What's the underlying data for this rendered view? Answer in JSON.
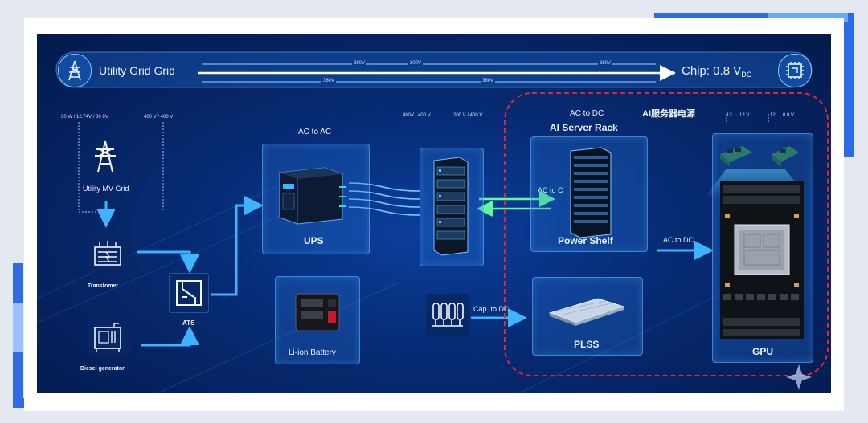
{
  "top_bar": {
    "left_label": "Utility Grid Grid",
    "right_label_main": "Chip: 0.8 V",
    "right_label_sub": "DC",
    "upper_values": [
      "380V",
      "200V",
      "380V"
    ],
    "lower_values": [
      "380V",
      "380V"
    ]
  },
  "grid_section": {
    "left_ratings": "30 W / 12.74V / 30 6V",
    "right_ratings": "400 V / 400 V",
    "mv_grid_label": "Utility MV Grid",
    "transformer_label": "Transfomer",
    "diesel_label": "Diesel generator",
    "ats_label": "ATS"
  },
  "ups_section": {
    "heading": "AC to AC",
    "ups_label": "UPS",
    "battery_label": "Li-ion Battery"
  },
  "rack_section": {
    "left_rating": "400V / 400 V",
    "right_rating": "200 V / 400 V"
  },
  "server_rack": {
    "ac_to_dc": "AC to DC",
    "title": "AI Server Rack",
    "chinese_title": "AI服务器电源",
    "inline_label": "AC to C",
    "power_shelf_label": "Power Shelf",
    "cap_label": "Cap. to DC",
    "plss_label": "PLSS"
  },
  "gpu_section": {
    "rating_left": "12 → 12 V",
    "rating_right": "12 → 0.8 V",
    "arrow_label": "AC to DC",
    "gpu_label": "GPU"
  },
  "colors": {
    "accent": "#3fb3ff",
    "dashed_border": "#d8283a",
    "panel_bg": "#062a72"
  }
}
